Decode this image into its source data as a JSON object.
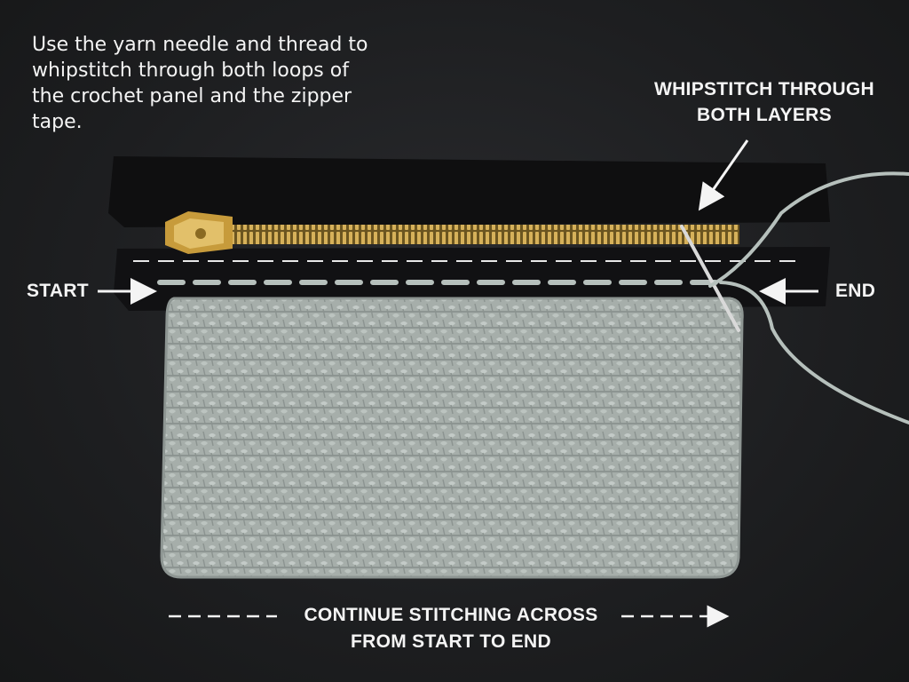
{
  "image": {
    "instruction_text": "Use the yarn needle and thread to\nwhipstitch through both loops of\nthe crochet panel and the zipper\ntape.",
    "labels": {
      "whipstitch": "WHIPSTITCH THROUGH\nBOTH LAYERS",
      "start": "START",
      "end": "END",
      "continue": "CONTINUE STITCHING ACROSS\nFROM START TO END"
    },
    "objects": [
      "black zipper",
      "brass zipper pull",
      "grey crochet panel",
      "yarn needle",
      "grey thread"
    ],
    "colors": {
      "background": "#1c1d1f",
      "crochet": "#a9b1ad",
      "zipper_tape": "#0f0f10",
      "zipper_teeth": "#c9a24a",
      "thread": "#b6c0bc",
      "text": "#f4f4f4"
    }
  }
}
